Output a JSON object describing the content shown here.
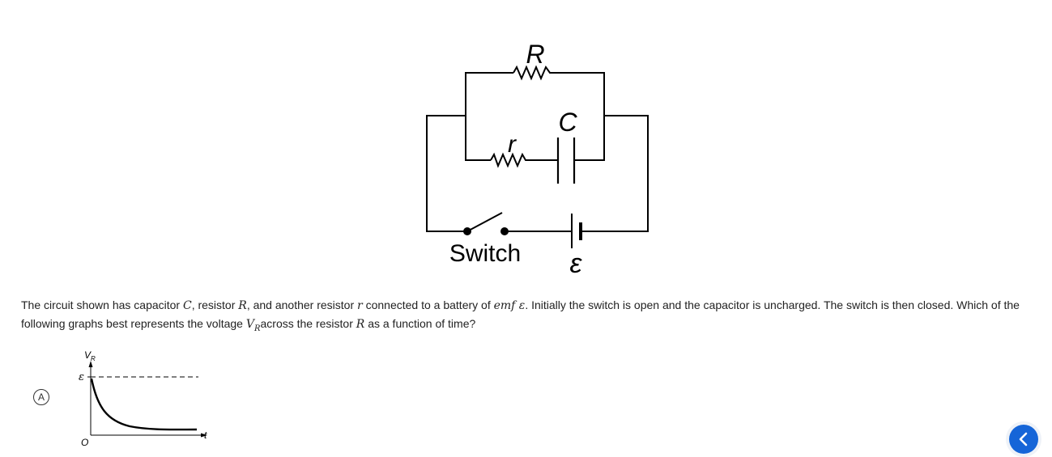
{
  "circuit": {
    "label_R": "R",
    "label_C": "C",
    "label_r": "r",
    "label_switch": "Switch",
    "label_emf": "ε"
  },
  "question": {
    "part1": "The circuit shown has capacitor ",
    "sym_C": "C",
    "part2": ", resistor ",
    "sym_R": "R",
    "part3": ", and another resistor ",
    "sym_r": "r",
    "part4": " connected to a battery of ",
    "sym_emf": "emf ε",
    "part5": ". Initially the switch is open and the capacitor is uncharged. The switch is then closed. Which of the following graphs best represents the voltage ",
    "sym_V": "V",
    "sym_V_sub": "R",
    "part6": "across the resistor ",
    "sym_R2": "R",
    "part7": " as a function of time?"
  },
  "options": [
    {
      "letter": "A",
      "graph": {
        "y_label": "V",
        "y_label_sub": "R",
        "y_tick": "ε",
        "x_label": "t",
        "origin": "O"
      }
    }
  ],
  "nav": {
    "back_icon": "chevron-left-icon",
    "accent": "#1565d8"
  }
}
